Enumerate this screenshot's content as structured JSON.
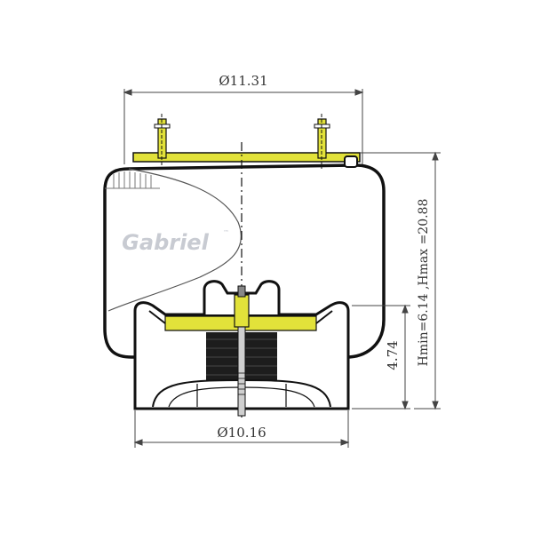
{
  "drawing": {
    "brand": "Gabriel",
    "dimensions": {
      "top_diameter": "Ø11.31",
      "bottom_diameter": "Ø10.16",
      "piston_height": "4.74",
      "height_range": "Hmin=6.14 ,Hmax =20.88"
    }
  },
  "colors": {
    "line": "#111111",
    "plate_yellow": "#e2e23a",
    "bellow_fill": "#ffffff",
    "brand_gray": "#c8cbd2",
    "dim_line": "#444444"
  }
}
